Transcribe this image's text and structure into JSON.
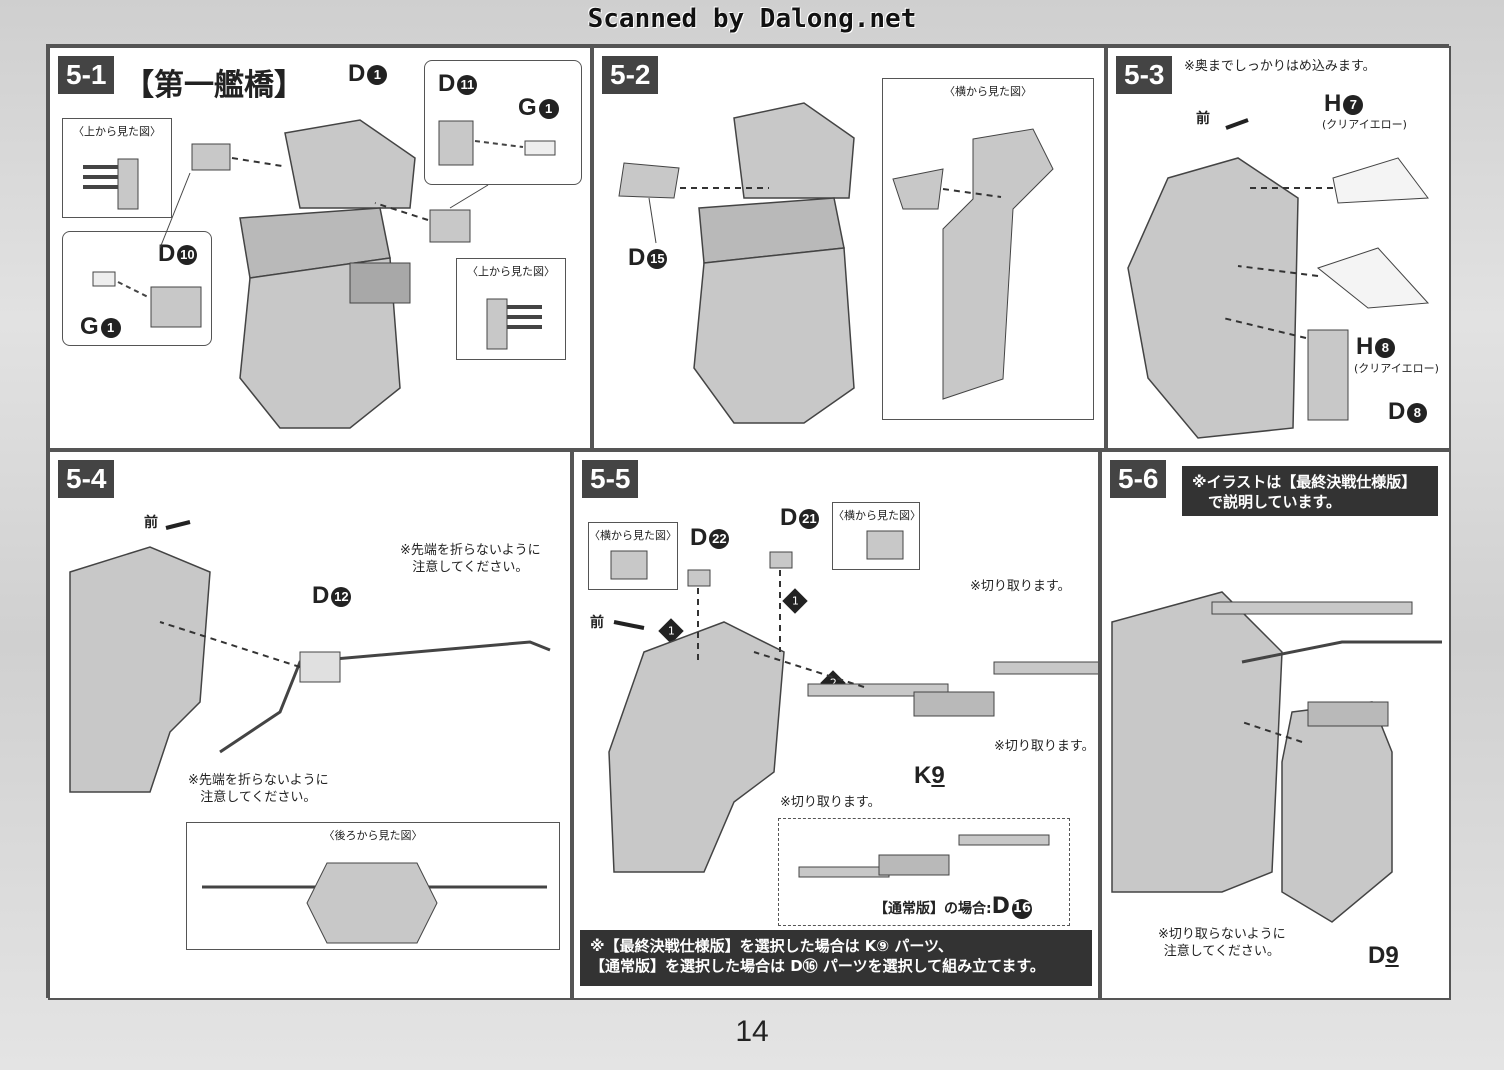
{
  "header": "Scanned by Dalong.net",
  "page_number": "14",
  "steps": {
    "s1": {
      "step": "5-1",
      "title": "【第一艦橋】",
      "lbl_d1": "D",
      "lbl_d1_n": "1",
      "lbl_d11": "D",
      "lbl_d11_n": "11",
      "lbl_g1a": "G",
      "lbl_g1a_n": "1",
      "lbl_d10": "D",
      "lbl_d10_n": "10",
      "lbl_g1b": "G",
      "lbl_g1b_n": "1",
      "view_top_a": "〈上から見た図〉",
      "view_top_b": "〈上から見た図〉"
    },
    "s2": {
      "step": "5-2",
      "lbl_d15": "D",
      "lbl_d15_n": "15",
      "view_side": "〈横から見た図〉"
    },
    "s3": {
      "step": "5-3",
      "note": "※奥までしっかりはめ込みます。",
      "front": "前",
      "lbl_h7": "H",
      "lbl_h7_n": "7",
      "h7_color": "(クリアイエロー)",
      "lbl_h8": "H",
      "lbl_h8_n": "8",
      "h8_color": "(クリアイエロー)",
      "lbl_d8": "D",
      "lbl_d8_n": "8"
    },
    "s4": {
      "step": "5-4",
      "front": "前",
      "lbl_d12": "D",
      "lbl_d12_n": "12",
      "note_tip_a1": "※先端を折らないように",
      "note_tip_a2": "注意してください。",
      "note_tip_b1": "※先端を折らないように",
      "note_tip_b2": "注意してください。",
      "view_back": "〈後ろから見た図〉"
    },
    "s5": {
      "step": "5-5",
      "front": "前",
      "lbl_d22": "D",
      "lbl_d22_n": "22",
      "lbl_d21": "D",
      "lbl_d21_n": "21",
      "view_side_a": "〈横から見た図〉",
      "view_side_b": "〈横から見た図〉",
      "cut_a": "※切り取ります。",
      "cut_b": "※切り取ります。",
      "cut_c": "※切り取ります。",
      "lbl_k9": "K",
      "lbl_k9_n": "9",
      "normal_case": "【通常版】の場合:",
      "lbl_d16": "D",
      "lbl_d16_n": "16",
      "step_n1": "1",
      "step_n2": "2",
      "instruction_1": "※【最終決戦仕様版】を選択した場合は K⑨ パーツ、",
      "instruction_2": "【通常版】を選択した場合は D⑯ パーツを選択して組み立てます。"
    },
    "s6": {
      "step": "5-6",
      "box_1": "※イラストは【最終決戦仕様版】",
      "box_2": "で説明しています。",
      "note_1": "※切り取らないように",
      "note_2": "注意してください。",
      "lbl_d9": "D",
      "lbl_d9_n": "9"
    }
  },
  "colors": {
    "ink": "#222222",
    "panel_border": "#555555",
    "part_fill": "#c8c8c8",
    "part_dark": "#8a8a8a",
    "clear_part": "#f4f4f4"
  }
}
